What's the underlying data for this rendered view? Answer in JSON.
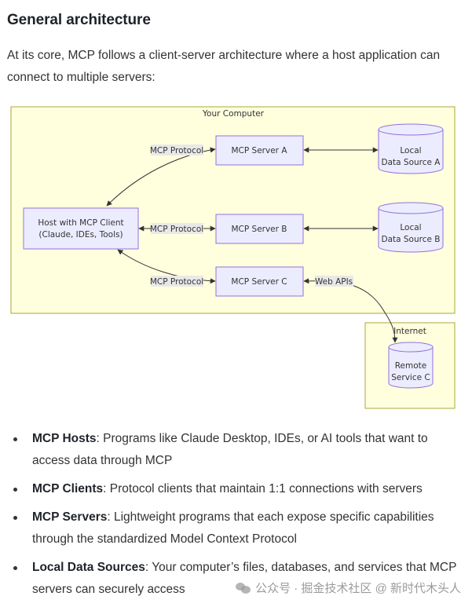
{
  "heading": "General architecture",
  "intro": "At its core, MCP follows a client-server architecture where a host application can connect to multiple servers:",
  "diagram": {
    "computer_label": "Your Computer",
    "internet_label": "Internet",
    "host_line1": "Host with MCP Client",
    "host_line2": "(Claude, IDEs, Tools)",
    "server_a": "MCP Server A",
    "server_b": "MCP Server B",
    "server_c": "MCP Server C",
    "protocol_label": "MCP Protocol",
    "web_apis": "Web APIs",
    "local_label": "Local",
    "data_source_a": "Data Source A",
    "data_source_b": "Data Source B",
    "remote_line1": "Remote",
    "remote_line2": "Service C",
    "colors": {
      "frame_fill": "#ffffde",
      "frame_stroke": "#aaaa33",
      "node_fill": "#ececff",
      "node_stroke": "#9370db",
      "label_bg": "#e8e8e8"
    }
  },
  "bullets": [
    {
      "term": "MCP Hosts",
      "desc": ": Programs like Claude Desktop, IDEs, or AI tools that want to access data through MCP"
    },
    {
      "term": "MCP Clients",
      "desc": ": Protocol clients that maintain 1:1 connections with servers"
    },
    {
      "term": "MCP Servers",
      "desc": ": Lightweight programs that each expose specific capabilities through the standardized Model Context Protocol"
    },
    {
      "term": "Local Data Sources",
      "desc": ": Your computer’s files, databases, and services that MCP servers can securely access"
    }
  ],
  "watermark": "公众号 · 掘金技术社区 @ 新时代木头人"
}
